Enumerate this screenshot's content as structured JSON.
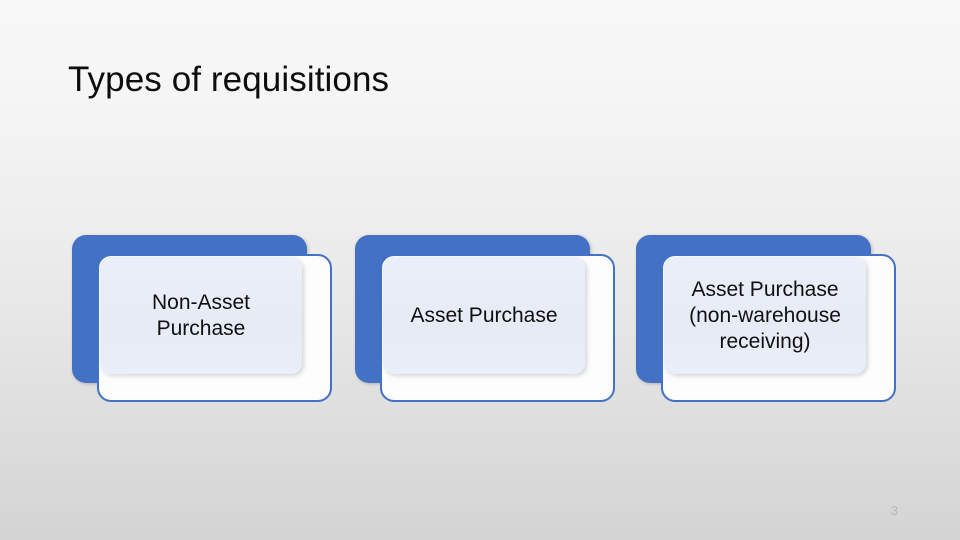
{
  "slide": {
    "title": "Types of requisitions",
    "number": "3",
    "background_top_color": "#f8f8f8",
    "background_bottom_color": "#d4d4d4",
    "title_color": "#0d0d0d",
    "slide_number_color": "#b6b6b6"
  },
  "diagram": {
    "type": "process-boxes",
    "accent_color": "#4372c4",
    "card_fill_color": "#fdfdfe",
    "inner_fill_color": "#e6ebf6",
    "nodes": [
      {
        "label": "Non-Asset\nPurchase"
      },
      {
        "label": "Asset Purchase"
      },
      {
        "label": "Asset Purchase\n(non-warehouse\nreceiving)"
      }
    ]
  }
}
